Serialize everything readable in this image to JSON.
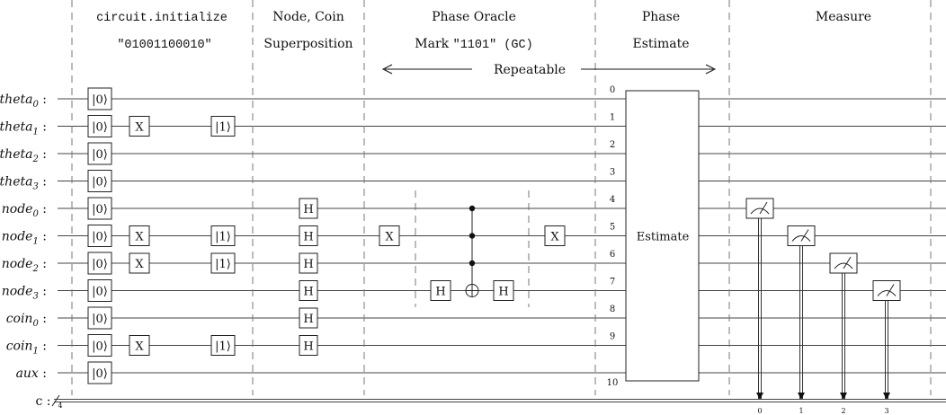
{
  "qubits": [
    {
      "name": "theta",
      "sub": "0"
    },
    {
      "name": "theta",
      "sub": "1"
    },
    {
      "name": "theta",
      "sub": "2"
    },
    {
      "name": "theta",
      "sub": "3"
    },
    {
      "name": "node",
      "sub": "0"
    },
    {
      "name": "node",
      "sub": "1"
    },
    {
      "name": "node",
      "sub": "2"
    },
    {
      "name": "node",
      "sub": "3"
    },
    {
      "name": "coin",
      "sub": "0"
    },
    {
      "name": "coin",
      "sub": "1"
    },
    {
      "name": "aux",
      "sub": ""
    }
  ],
  "label_suffix": " :",
  "classical": {
    "label": "c :",
    "width": "4"
  },
  "sections": {
    "init": {
      "line1": "circuit.initialize",
      "line2": "\"01001100010\""
    },
    "superposition": {
      "line1": "Node, Coin",
      "line2": "Superposition"
    },
    "oracle": {
      "line1": "Phase Oracle",
      "line2_prefix": "Mark ",
      "line2_mono": "\"1101\" (GC)"
    },
    "estimate": {
      "line1": "Phase",
      "line2": "Estimate"
    },
    "measure": {
      "line1": "Measure"
    }
  },
  "repeatable_label": "Repeatable",
  "gates": {
    "init_state": "|0⟩",
    "one_state": "|1⟩",
    "x": "X",
    "h": "H"
  },
  "x_after_init_rows": [
    1,
    5,
    6,
    9
  ],
  "one_state_rows": [
    1,
    5,
    6,
    9
  ],
  "h_rows": [
    4,
    5,
    6,
    7,
    8,
    9
  ],
  "oracle": {
    "x_rows": [
      5
    ],
    "control_rows": [
      4,
      5,
      6
    ],
    "target_row": 7,
    "h_rows": [
      7
    ]
  },
  "estimate_box": {
    "label": "Estimate",
    "indices": [
      "0",
      "1",
      "2",
      "3",
      "4",
      "5",
      "6",
      "7",
      "8",
      "9",
      "10"
    ]
  },
  "measure_rows": [
    4,
    5,
    6,
    7
  ],
  "measure_bits": [
    "0",
    "1",
    "2",
    "3"
  ]
}
